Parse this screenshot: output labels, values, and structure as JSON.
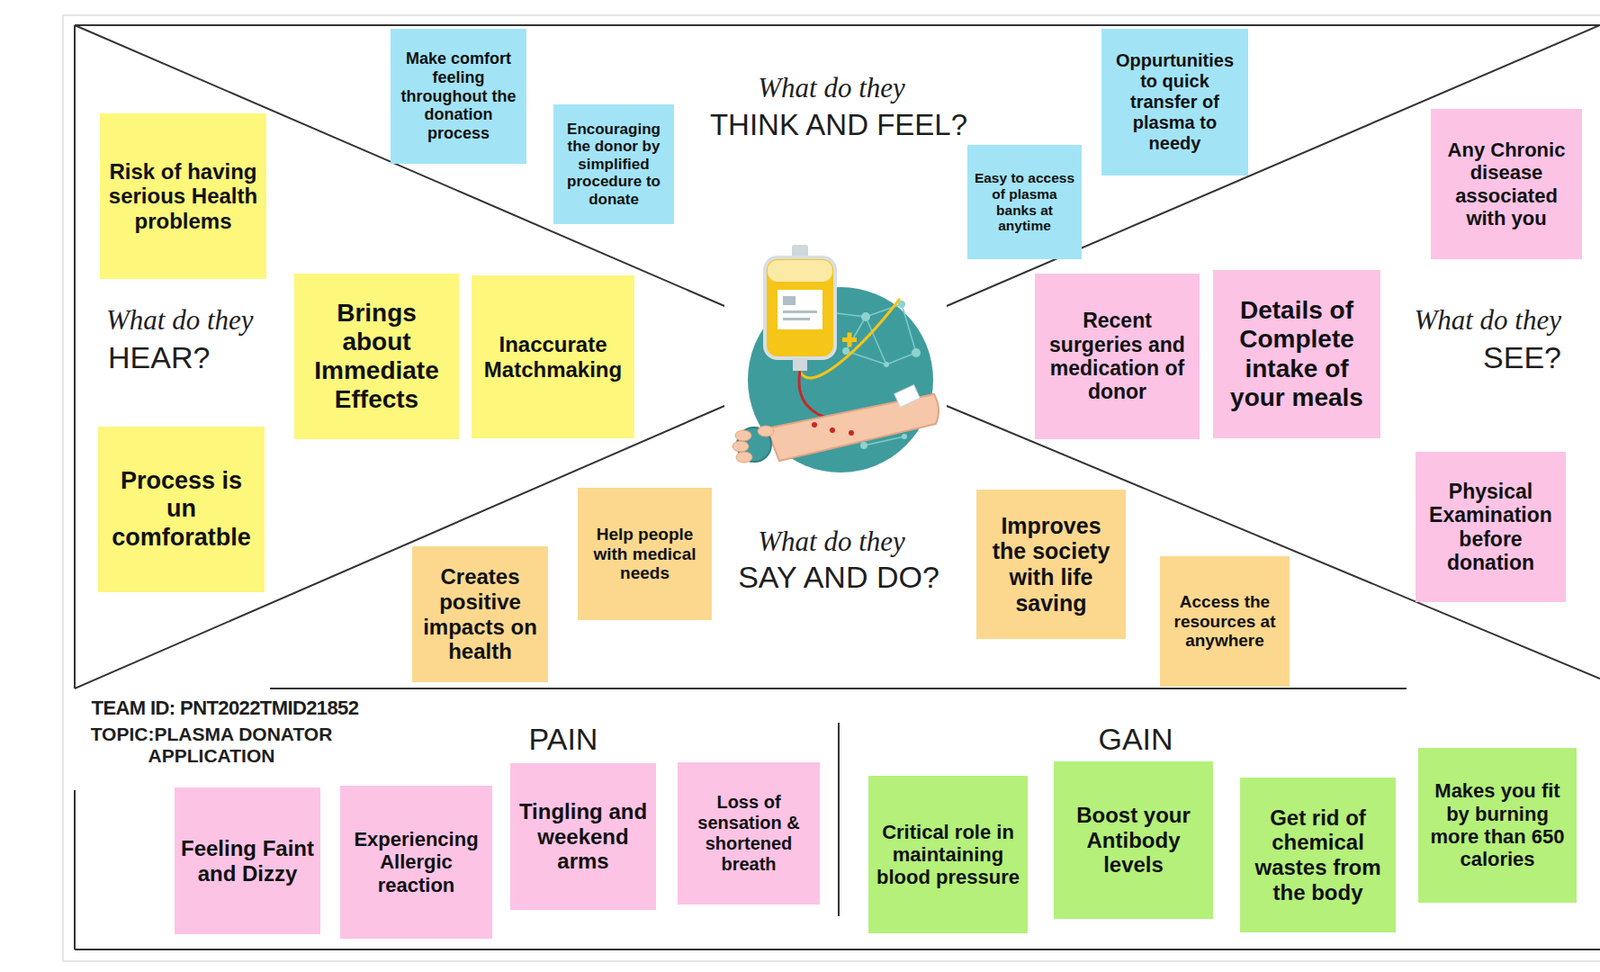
{
  "diagram": {
    "nodes": [
      {
        "text": [
          "Make comfort feeling throughout the donation process"
        ]
      },
      {
        "text": [
          "Encouraging the donor by simplified procedure to donate"
        ]
      },
      {
        "text": [
          "Oppurtunities to quick transfer of plasma to needy"
        ]
      },
      {
        "text": [
          "Easy to access of plasma banks at anytime"
        ]
      },
      {
        "text": [
          "Risk of having serious Health problems"
        ]
      },
      {
        "text": [
          "Brings about Immediate Effects"
        ]
      },
      {
        "text": [
          "Inaccurate Matchmaking"
        ]
      },
      {
        "text": [
          "Process is un comforatble"
        ]
      },
      {
        "text": [
          "Any Chronic disease associated with you"
        ]
      },
      {
        "text": [
          "Recent surgeries and medication of donor"
        ]
      },
      {
        "text": [
          "Details of Complete intake of your meals"
        ]
      },
      {
        "text": [
          "Physical Examination before donation"
        ]
      },
      {
        "text": [
          "Help people with medical needs"
        ]
      },
      {
        "text": [
          "Creates positive impacts on health"
        ]
      },
      {
        "text": [
          "Improves the society with life saving"
        ]
      },
      {
        "text": [
          "Access the resources at anywhere"
        ]
      },
      {
        "text": [
          "Feeling Faint and Dizzy"
        ]
      },
      {
        "text": [
          "Experiencing Allergic reaction"
        ]
      },
      {
        "text": [
          "Tingling and weekend arms"
        ]
      },
      {
        "text": [
          "Loss of sensation & shortened breath"
        ]
      },
      {
        "text": [
          "Critical role in maintaining blood pressure"
        ]
      },
      {
        "text": [
          "Boost your Antibody levels"
        ]
      },
      {
        "text": [
          "Get rid of chemical wastes from the body"
        ]
      },
      {
        "text": [
          "Makes you fit by burning more than 650 calories"
        ]
      }
    ],
    "labels": [
      "What do they",
      "THINK AND FEEL?",
      "What do they",
      "HEAR?",
      "What do they",
      "SEE?",
      "What do they",
      "SAY AND DO?",
      "TEAM ID: PNT2022TMID21852",
      "TOPIC:PLASMA DONATOR APPLICATION",
      "PAIN",
      "GAIN"
    ]
  }
}
